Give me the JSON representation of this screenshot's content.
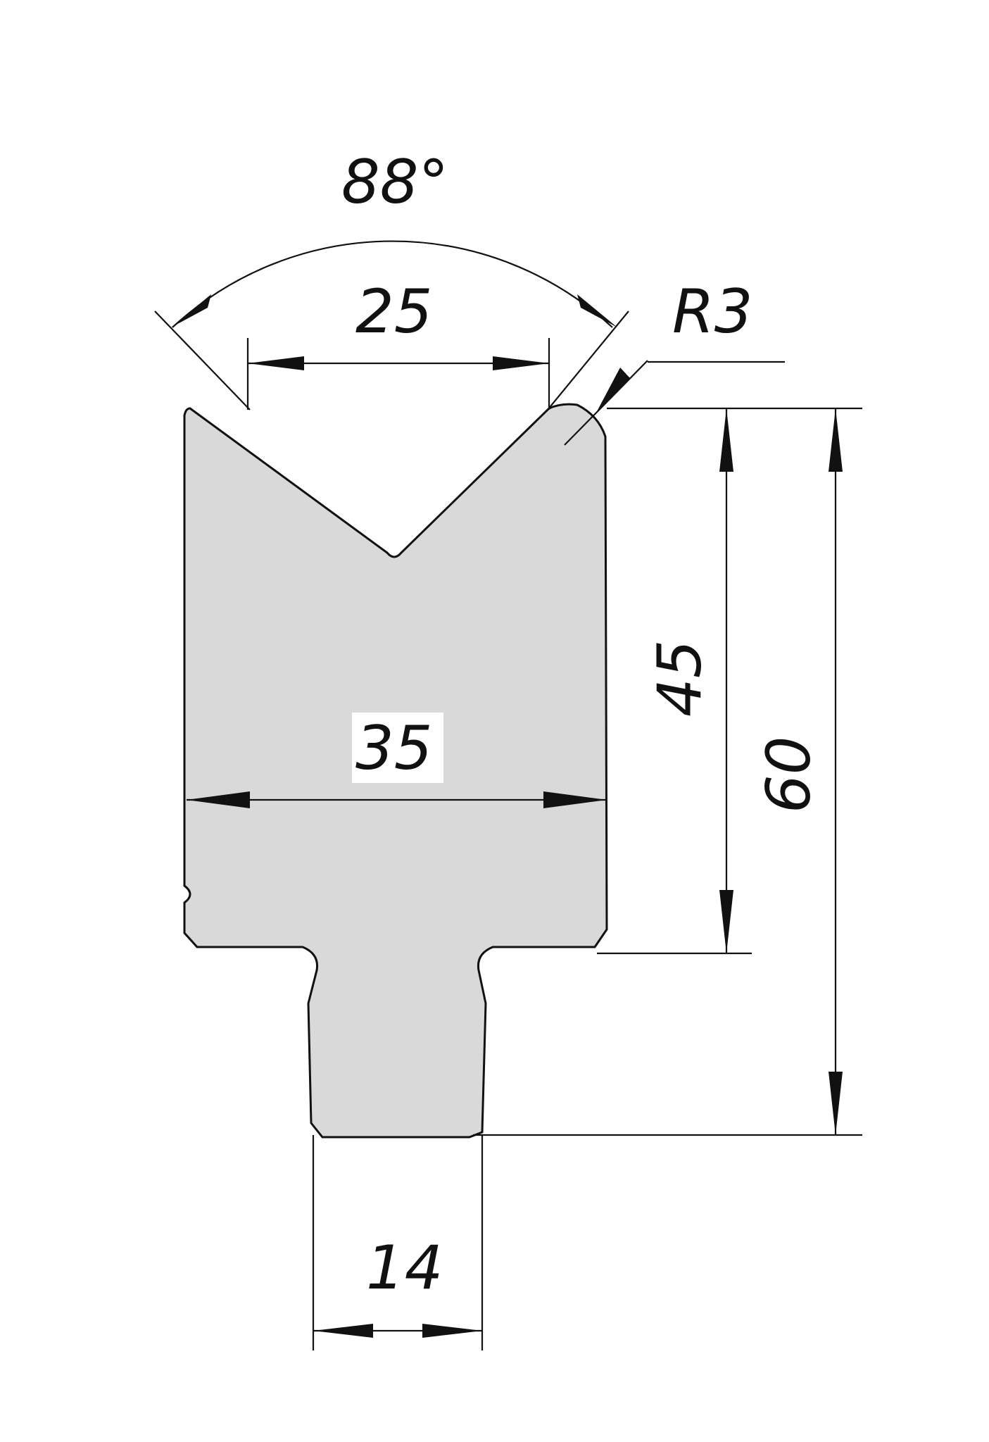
{
  "colors": {
    "part_fill": "#d9d9d9",
    "line": "#111111",
    "background": "#ffffff"
  },
  "dimensions": {
    "angle": "88°",
    "v_opening": "25",
    "radius": "R3",
    "width": "35",
    "height_body": "45",
    "height_total": "60",
    "tang_width": "14"
  }
}
